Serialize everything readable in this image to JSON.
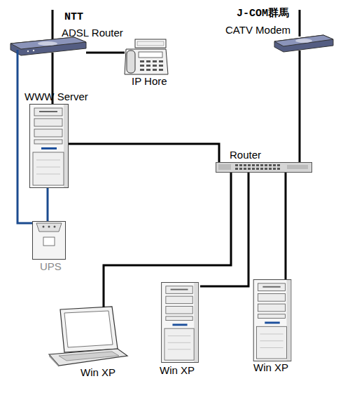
{
  "diagram": {
    "nodes": [
      {
        "text": [
          "NTT",
          "ADSL Router"
        ]
      },
      {
        "text": [
          "IP Hore"
        ]
      },
      {
        "text": [
          "WWW Server"
        ]
      },
      {
        "text": [
          "UPS"
        ]
      },
      {
        "text": [
          "J-COM群馬",
          "CATV Modem"
        ]
      },
      {
        "text": [
          "Router"
        ]
      },
      {
        "text": [
          "Win XP"
        ]
      },
      {
        "text": [
          "Win XP"
        ]
      },
      {
        "text": [
          "Win XP"
        ]
      }
    ],
    "edges": [
      {
        "from": 0,
        "to": 1,
        "arrow": "none"
      },
      {
        "from": 0,
        "to": 2,
        "arrow": "none"
      },
      {
        "from": 0,
        "to": 3,
        "arrow": "none"
      },
      {
        "from": 2,
        "to": 3,
        "arrow": "none"
      },
      {
        "from": 2,
        "to": 5,
        "arrow": "none"
      },
      {
        "from": 4,
        "to": 5,
        "arrow": "none"
      },
      {
        "from": 5,
        "to": 6,
        "arrow": "none"
      },
      {
        "from": 5,
        "to": 7,
        "arrow": "none"
      },
      {
        "from": 5,
        "to": 8,
        "arrow": "none"
      }
    ]
  }
}
